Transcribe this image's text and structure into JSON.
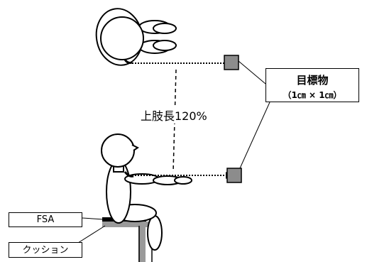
{
  "labels": {
    "target_title": "目標物",
    "target_size": "（1㎝ × 1㎝）",
    "distance": "上肢長120%",
    "fsa": "FSA",
    "cushion": "クッション"
  },
  "colors": {
    "target_fill": "#8c8c8c",
    "seat_gray": "#9a9a9a",
    "outline": "#000000",
    "background": "#ffffff"
  }
}
